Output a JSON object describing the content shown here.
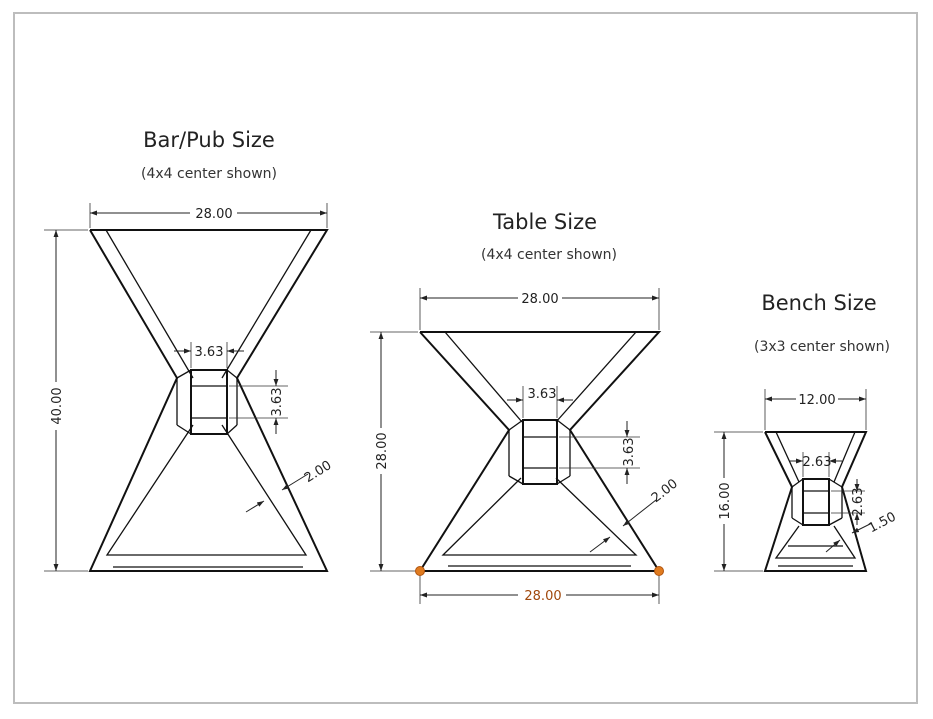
{
  "drawings": {
    "bar": {
      "title": "Bar/Pub Size",
      "subtitle": "(4x4 center shown)",
      "width": "28.00",
      "height": "40.00",
      "center_w": "3.63",
      "center_h": "3.63",
      "tube": "2.00"
    },
    "table": {
      "title": "Table Size",
      "subtitle": "(4x4 center shown)",
      "width": "28.00",
      "height": "28.00",
      "center_w": "3.63",
      "center_h": "3.63",
      "tube": "2.00",
      "bottom_width": "28.00"
    },
    "bench": {
      "title": "Bench Size",
      "subtitle": "(3x3 center shown)",
      "width": "12.00",
      "height": "16.00",
      "center_w": "2.63",
      "center_h": "2.63",
      "tube": "1.50"
    }
  },
  "colors": {
    "selection": "#e07b1f",
    "frame": "#bdbdbd"
  }
}
